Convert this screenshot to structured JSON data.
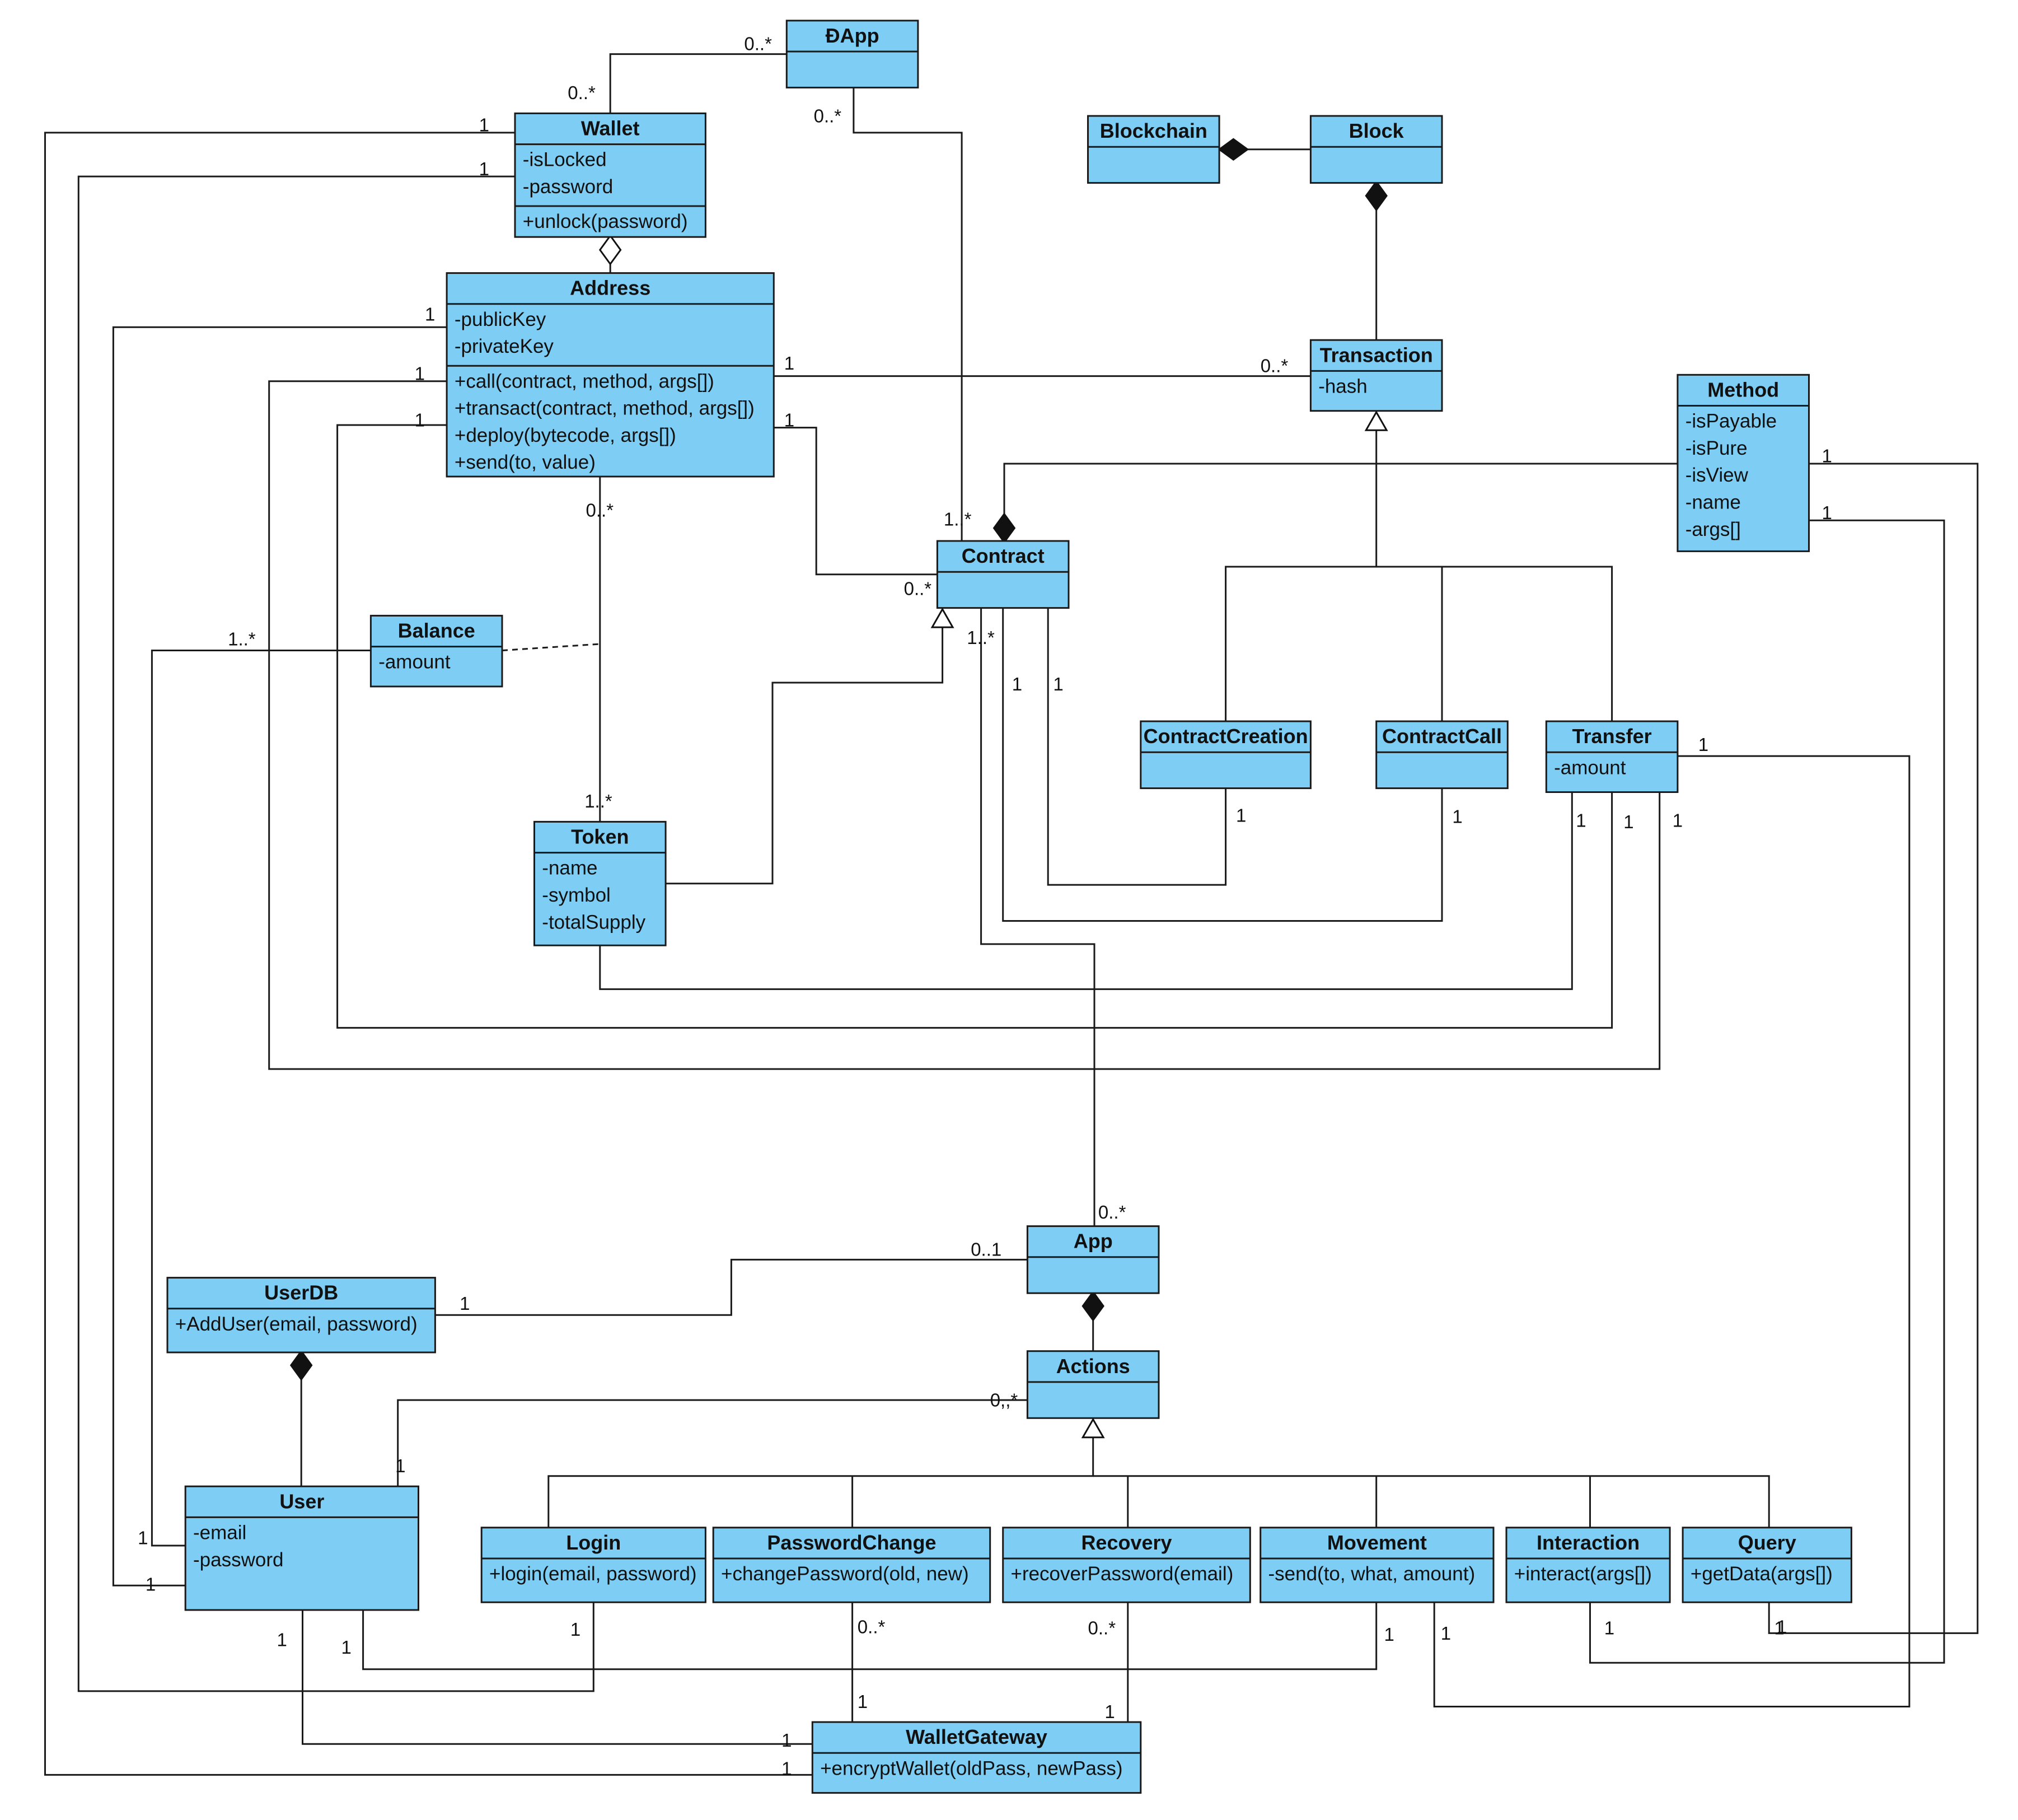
{
  "classes": {
    "dapp": {
      "name": "ĐApp",
      "attributes": [],
      "operations": []
    },
    "wallet": {
      "name": "Wallet",
      "attributes": [
        "-isLocked",
        "-password"
      ],
      "operations": [
        "+unlock(password)"
      ]
    },
    "blockchain": {
      "name": "Blockchain",
      "attributes": [],
      "operations": []
    },
    "block": {
      "name": "Block",
      "attributes": [],
      "operations": []
    },
    "address": {
      "name": "Address",
      "attributes": [
        "-publicKey",
        "-privateKey"
      ],
      "operations": [
        "+call(contract, method, args[])",
        "+transact(contract, method, args[])",
        "+deploy(bytecode, args[])",
        "+send(to, value)"
      ]
    },
    "transaction": {
      "name": "Transaction",
      "attributes": [
        "-hash"
      ],
      "operations": []
    },
    "method": {
      "name": "Method",
      "attributes": [
        "-isPayable",
        "-isPure",
        "-isView",
        "-name",
        "-args[]"
      ],
      "operations": []
    },
    "contract": {
      "name": "Contract",
      "attributes": [],
      "operations": []
    },
    "balance": {
      "name": "Balance",
      "attributes": [
        "-amount"
      ],
      "operations": []
    },
    "contractcreation": {
      "name": "ContractCreation",
      "attributes": [],
      "operations": []
    },
    "contractcall": {
      "name": "ContractCall",
      "attributes": [],
      "operations": []
    },
    "transfer": {
      "name": "Transfer",
      "attributes": [
        "-amount"
      ],
      "operations": []
    },
    "token": {
      "name": "Token",
      "attributes": [
        "-name",
        "-symbol",
        "-totalSupply"
      ],
      "operations": []
    },
    "app": {
      "name": "App",
      "attributes": [],
      "operations": []
    },
    "userdb": {
      "name": "UserDB",
      "attributes": [],
      "operations": [
        "+AddUser(email, password)"
      ]
    },
    "actions": {
      "name": "Actions",
      "attributes": [],
      "operations": []
    },
    "user": {
      "name": "User",
      "attributes": [
        "-email",
        "-password"
      ],
      "operations": []
    },
    "login": {
      "name": "Login",
      "attributes": [],
      "operations": [
        "+login(email, password)"
      ]
    },
    "passwordchange": {
      "name": "PasswordChange",
      "attributes": [],
      "operations": [
        "+changePassword(old, new)"
      ]
    },
    "recovery": {
      "name": "Recovery",
      "attributes": [],
      "operations": [
        "+recoverPassword(email)"
      ]
    },
    "movement": {
      "name": "Movement",
      "attributes": [],
      "operations": [
        "-send(to, what, amount)"
      ]
    },
    "interaction": {
      "name": "Interaction",
      "attributes": [],
      "operations": [
        "+interact(args[])"
      ]
    },
    "query": {
      "name": "Query",
      "attributes": [],
      "operations": [
        "+getData(args[])"
      ]
    },
    "walletgateway": {
      "name": "WalletGateway",
      "attributes": [],
      "operations": [
        "+encryptWallet(oldPass, newPass)"
      ]
    }
  },
  "multiplicities": [
    "0..*",
    "0..*",
    "0..*",
    "1",
    "1",
    "1",
    "1",
    "1",
    "0..*",
    "1",
    "1",
    "0..*",
    "1..*",
    "0..*",
    "1..*",
    "1..*",
    "1",
    "1",
    "1..*",
    "1",
    "1",
    "1",
    "1",
    "1",
    "1",
    "1",
    "1",
    "0..*",
    "0..1",
    "1",
    "0,,*",
    "1",
    "1",
    "1",
    "1",
    "1",
    "1",
    "1",
    "1",
    "1",
    "0..*",
    "0..*",
    "1",
    "1",
    "1",
    "1",
    "1",
    "1"
  ],
  "relations": [
    {
      "from": "Wallet",
      "to": "ĐApp",
      "kind": "association"
    },
    {
      "from": "ĐApp",
      "to": "Contract",
      "kind": "association"
    },
    {
      "from": "Block",
      "to": "Blockchain",
      "kind": "composition"
    },
    {
      "from": "Transaction",
      "to": "Block",
      "kind": "composition"
    },
    {
      "from": "Address",
      "to": "Wallet",
      "kind": "aggregation"
    },
    {
      "from": "Address",
      "to": "Transaction",
      "kind": "association"
    },
    {
      "from": "Address",
      "to": "Contract",
      "kind": "association"
    },
    {
      "from": "Address",
      "to": "Token",
      "kind": "association"
    },
    {
      "from": "Balance",
      "to": "Address–Token",
      "kind": "association-class"
    },
    {
      "from": "Method",
      "to": "Contract",
      "kind": "composition"
    },
    {
      "from": "ContractCreation",
      "to": "Transaction",
      "kind": "generalization"
    },
    {
      "from": "ContractCall",
      "to": "Transaction",
      "kind": "generalization"
    },
    {
      "from": "Transfer",
      "to": "Transaction",
      "kind": "generalization"
    },
    {
      "from": "Token",
      "to": "Contract",
      "kind": "generalization"
    },
    {
      "from": "Contract",
      "to": "App",
      "kind": "association"
    },
    {
      "from": "App",
      "to": "UserDB",
      "kind": "association"
    },
    {
      "from": "Actions",
      "to": "App",
      "kind": "composition"
    },
    {
      "from": "User",
      "to": "UserDB",
      "kind": "composition"
    },
    {
      "from": "User",
      "to": "Actions",
      "kind": "association"
    },
    {
      "from": "Login",
      "to": "Actions",
      "kind": "generalization"
    },
    {
      "from": "PasswordChange",
      "to": "Actions",
      "kind": "generalization"
    },
    {
      "from": "Recovery",
      "to": "Actions",
      "kind": "generalization"
    },
    {
      "from": "Movement",
      "to": "Actions",
      "kind": "generalization"
    },
    {
      "from": "Interaction",
      "to": "Actions",
      "kind": "generalization"
    },
    {
      "from": "Query",
      "to": "Actions",
      "kind": "generalization"
    },
    {
      "from": "PasswordChange",
      "to": "WalletGateway",
      "kind": "association"
    },
    {
      "from": "Recovery",
      "to": "WalletGateway",
      "kind": "association"
    },
    {
      "from": "User",
      "to": "WalletGateway",
      "kind": "association"
    },
    {
      "from": "Wallet",
      "to": "WalletGateway",
      "kind": "association"
    }
  ]
}
